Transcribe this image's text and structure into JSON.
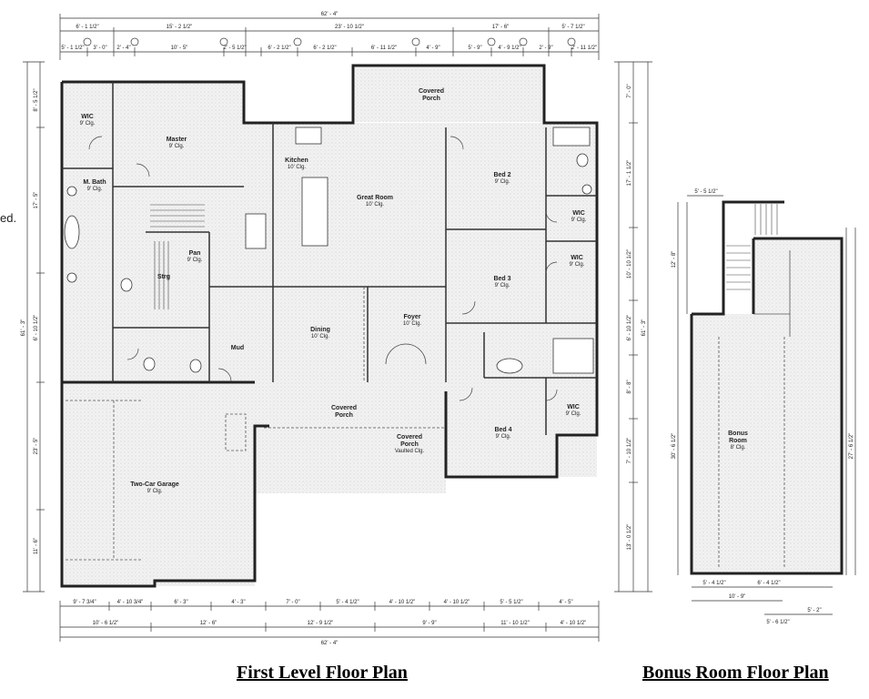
{
  "titles": {
    "first_level": "First Level Floor Plan",
    "bonus": "Bonus Room Floor Plan"
  },
  "side_note": "ed.",
  "rooms": {
    "wic_master": [
      "WIC",
      "9' Clg."
    ],
    "master": [
      "Master",
      "9' Clg."
    ],
    "m_bath": [
      "M. Bath",
      "9' Clg."
    ],
    "kitchen": [
      "Kitchen",
      "10' Clg."
    ],
    "great_room": [
      "Great Room",
      "10' Clg."
    ],
    "bed2": [
      "Bed 2",
      "9' Clg."
    ],
    "wic_bed2": [
      "WIC",
      "9' Clg."
    ],
    "wic_bed3": [
      "WIC",
      "9' Clg."
    ],
    "bed3": [
      "Bed 3",
      "9' Clg."
    ],
    "pan": [
      "Pan",
      "9' Clg."
    ],
    "strg": [
      "Strg"
    ],
    "dining": [
      "Dining",
      "10' Clg."
    ],
    "foyer": [
      "Foyer",
      "10' Clg."
    ],
    "mud": [
      "Mud"
    ],
    "covered_porch_top": [
      "Covered",
      "Porch"
    ],
    "covered_porch_mid": [
      "Covered",
      "Porch"
    ],
    "covered_porch_front": [
      "Covered",
      "Porch",
      "Vaulted Clg."
    ],
    "bed4": [
      "Bed 4",
      "9' Clg."
    ],
    "wic_bed4": [
      "WIC",
      "9' Clg."
    ],
    "garage": [
      "Two-Car Garage",
      "9' Clg."
    ],
    "bonus_room": [
      "Bonus",
      "Room",
      "8' Clg."
    ]
  },
  "dimensions": {
    "overall_top": "62' - 4\"",
    "top_row1": [
      "6' - 1 1/2\"",
      "15' - 2 1/2\"",
      "23' - 10 1/2\"",
      "17' - 6\"",
      "5' - 7 1/2\""
    ],
    "top_row2": [
      "5' - 1 1/2\"",
      "3' - 0\"",
      "2' - 4\"",
      "10' - 5\"",
      "2' - 5 1/2\"",
      "6' - 2 1/2\"",
      "6' - 2 1/2\"",
      "6' - 11 1/2\"",
      "4' - 9\"",
      "5' - 9\"",
      "4' - 9 1/2\"",
      "2' - 9\"",
      "2' - 11 1/2\""
    ],
    "bottom_row1": [
      "9' - 7 3/4\"",
      "4' - 10 3/4\"",
      "6' - 3\"",
      "4' - 3\"",
      "7' - 0\"",
      "5' - 4 1/2\"",
      "4' - 10 1/2\"",
      "4' - 10 1/2\"",
      "5' - 5 1/2\"",
      "4' - 5\""
    ],
    "bottom_row2": [
      "10' - 6 1/2\"",
      "12' - 6\"",
      "12' - 9 1/2\"",
      "9' - 9\"",
      "11' - 10 1/2\"",
      "4' - 10 1/2\""
    ],
    "overall_bottom": "62' - 4\"",
    "left_overall": "61' - 3\"",
    "left_parts": [
      "8' - 5 1/2\"",
      "17' - 5\"",
      "6' - 10 1/2\"",
      "23' - 5\"",
      "11' - 6\""
    ],
    "right_overall": "61' - 3\"",
    "right_parts": [
      "7' - 0\"",
      "17' - 1 1/2\"",
      "10' - 10 1/2\"",
      "6' - 10 1/2\"",
      "8' - 8\"",
      "7' - 10 1/2\"",
      "13' - 0 1/2\""
    ],
    "bonus_top": "5' - 5 1/2\"",
    "bonus_bottom": [
      "5' - 4 1/2\"",
      "6' - 4 1/2\"",
      "10' - 9\"",
      "5' - 2\"",
      "5' - 6 1/2\""
    ],
    "bonus_left": [
      "12' - 8\"",
      "30' - 6 1/2\""
    ],
    "bonus_right": "27' - 6 1/2\""
  }
}
